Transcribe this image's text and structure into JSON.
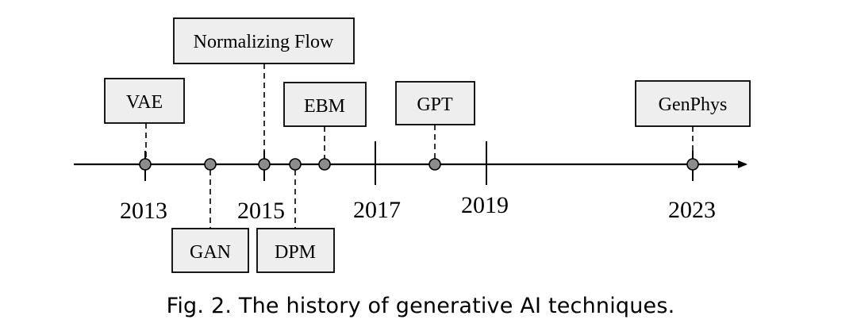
{
  "caption": "Fig. 2.  The history of generative AI techniques.",
  "years": [
    "2013",
    "2015",
    "2017",
    "2019",
    "2023"
  ],
  "techniques": [
    {
      "label": "VAE"
    },
    {
      "label": "Normalizing Flow"
    },
    {
      "label": "EBM"
    },
    {
      "label": "GPT"
    },
    {
      "label": "GenPhys"
    },
    {
      "label": "GAN"
    },
    {
      "label": "DPM"
    }
  ],
  "colors": {
    "line": "#000000",
    "node_fill": "#8c8c8c",
    "box_fill": "#eeeeee",
    "box_border": "#000000"
  }
}
